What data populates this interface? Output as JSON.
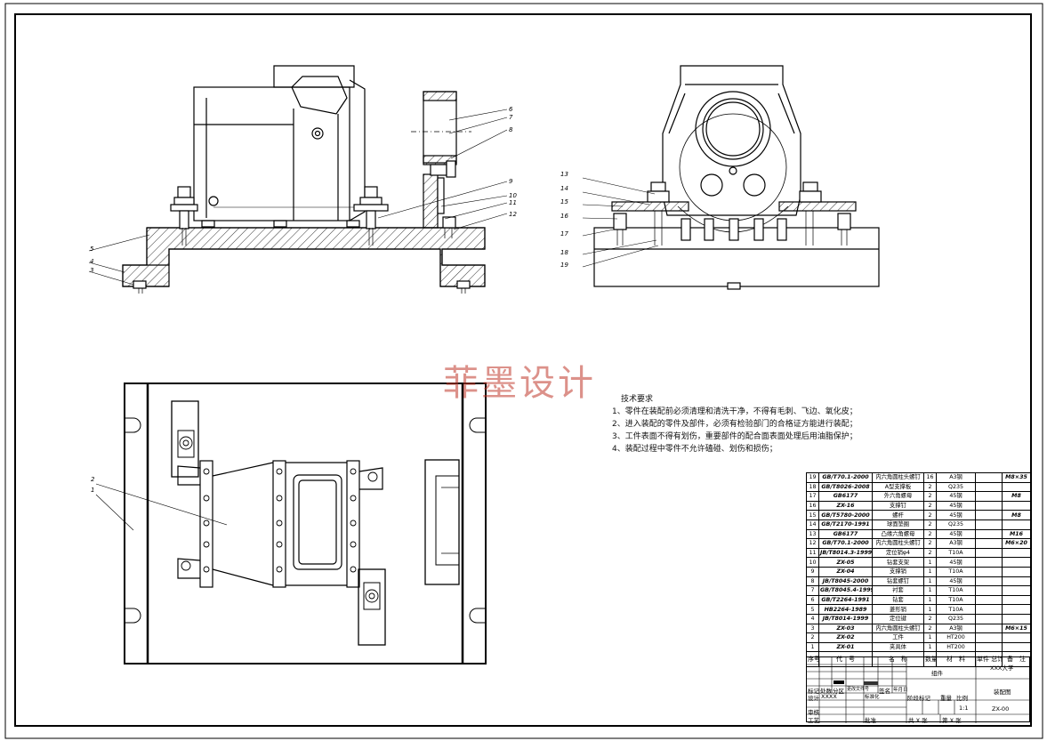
{
  "watermark": "菲墨设计",
  "tech_requirements": {
    "title": "技术要求",
    "items": [
      "1、零件在装配前必须清理和清洗干净，不得有毛刺、飞边、氧化皮；",
      "2、进入装配的零件及部件，必须有检验部门的合格证方能进行装配；",
      "3、工件表面不得有划伤，重要部件的配合面表面处理后用油脂保护；",
      "4、装配过程中零件不允许磕碰、划伤和损伤；"
    ]
  },
  "front_view_labels": [
    "6",
    "7",
    "8",
    "9",
    "10",
    "11",
    "12",
    "5",
    "4",
    "3"
  ],
  "side_view_labels": [
    "13",
    "14",
    "15",
    "16",
    "17",
    "18",
    "19"
  ],
  "top_view_labels": [
    "2",
    "1"
  ],
  "bom": {
    "rows": [
      {
        "no": "19",
        "code": "GB/T70.1-2000",
        "name": "内六角圆柱头螺钉",
        "qty": "16",
        "mat": "A3钢",
        "note": "M8×35"
      },
      {
        "no": "18",
        "code": "GB/T8026-2008",
        "name": "A型支撑板",
        "qty": "2",
        "mat": "Q235",
        "note": ""
      },
      {
        "no": "17",
        "code": "GB6177",
        "name": "外六角螺母",
        "qty": "2",
        "mat": "45钢",
        "note": "M8"
      },
      {
        "no": "16",
        "code": "ZX-16",
        "name": "支撑钉",
        "qty": "2",
        "mat": "45钢",
        "note": ""
      },
      {
        "no": "15",
        "code": "GB/T5780-2000",
        "name": "螺杆",
        "qty": "2",
        "mat": "45钢",
        "note": "M8"
      },
      {
        "no": "14",
        "code": "GB/T2170-1991",
        "name": "球面垫圈",
        "qty": "2",
        "mat": "Q235",
        "note": ""
      },
      {
        "no": "13",
        "code": "GB6177",
        "name": "凸缘六角螺母",
        "qty": "2",
        "mat": "45钢",
        "note": "M16"
      },
      {
        "no": "12",
        "code": "GB/T70.1-2000",
        "name": "内六角圆柱头螺钉",
        "qty": "2",
        "mat": "A3钢",
        "note": "M6×20"
      },
      {
        "no": "11",
        "code": "JB/T8014.3-1999",
        "name": "定位销φ4",
        "qty": "2",
        "mat": "T10A",
        "note": ""
      },
      {
        "no": "10",
        "code": "ZX-05",
        "name": "钻套支架",
        "qty": "1",
        "mat": "45钢",
        "note": ""
      },
      {
        "no": "9",
        "code": "ZX-04",
        "name": "支撑销",
        "qty": "1",
        "mat": "T10A",
        "note": ""
      },
      {
        "no": "8",
        "code": "JB/T8045-2000",
        "name": "钻套螺钉",
        "qty": "1",
        "mat": "45钢",
        "note": ""
      },
      {
        "no": "7",
        "code": "GB/T8045.4-1999",
        "name": "衬套",
        "qty": "1",
        "mat": "T10A",
        "note": ""
      },
      {
        "no": "6",
        "code": "GB/T2264-1991",
        "name": "钻套",
        "qty": "1",
        "mat": "T10A",
        "note": ""
      },
      {
        "no": "5",
        "code": "HB2264-1989",
        "name": "菱形销",
        "qty": "1",
        "mat": "T10A",
        "note": ""
      },
      {
        "no": "4",
        "code": "JB/T8014-1999",
        "name": "定位键",
        "qty": "2",
        "mat": "Q235",
        "note": ""
      },
      {
        "no": "3",
        "code": "ZX-03",
        "name": "内六角圆柱头螺钉",
        "qty": "2",
        "mat": "A3钢",
        "note": "M6×15"
      },
      {
        "no": "2",
        "code": "ZX-02",
        "name": "工件",
        "qty": "1",
        "mat": "HT200",
        "note": ""
      },
      {
        "no": "1",
        "code": "ZX-01",
        "name": "夹具体",
        "qty": "1",
        "mat": "HT200",
        "note": ""
      }
    ],
    "header": {
      "no": "序号",
      "code": "代　号",
      "name": "名　称",
      "qty": "数量",
      "mat": "材　料",
      "weight": "单件 总计 重量",
      "note": "备　注"
    }
  },
  "title_block": {
    "school": "XXX大学",
    "drawing_name": "装配图",
    "material": "组件",
    "drawing_no": "ZX-00",
    "scale": "1:1",
    "stage_label": "阶段标记",
    "weight_label": "重量",
    "scale_label": "比例",
    "design_label": "设计",
    "designer": "XXXX",
    "std_label": "标准化",
    "review_label": "审核",
    "process_label": "工艺",
    "approve_label": "批准",
    "mark_label": "标记",
    "count_label": "处数",
    "zone_label": "分区",
    "change_label": "更改文件号",
    "sign_label": "签名",
    "date_label": "年月日",
    "sheet_total": "共 X 张",
    "sheet_no": "第 X 张"
  }
}
